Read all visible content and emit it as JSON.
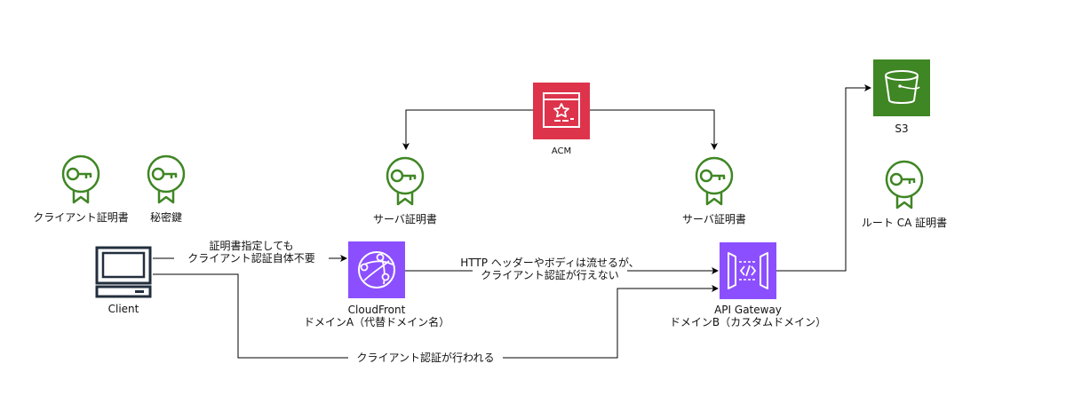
{
  "nodes": {
    "client_cert": "クライアント証明書",
    "private_key": "秘密鍵",
    "client": "Client",
    "acm": "ACM",
    "server_cert_left": "サーバ証明書",
    "server_cert_right": "サーバ証明書",
    "cloudfront_line1": "CloudFront",
    "cloudfront_line2": "ドメインA（代替ドメイン名）",
    "apigw_line1": "API Gateway",
    "apigw_line2": "ドメインB（カスタムドメイン）",
    "s3": "S3",
    "root_ca": "ルート CA 証明書"
  },
  "edges": {
    "client_to_cf_line1": "証明書指定しても",
    "client_to_cf_line2": "クライアント認証自体不要",
    "cf_to_api_line1": "HTTP ヘッダーやボディは流せるが、",
    "cf_to_api_line2": "クライアント認証が行えない",
    "client_to_api": "クライアント認証が行われる"
  },
  "colors": {
    "cert_green": "#3f8624",
    "acm_red": "#dd344c",
    "cloudfront_purple": "#8c4fff",
    "s3_green": "#3f8624",
    "line": "#000000"
  }
}
